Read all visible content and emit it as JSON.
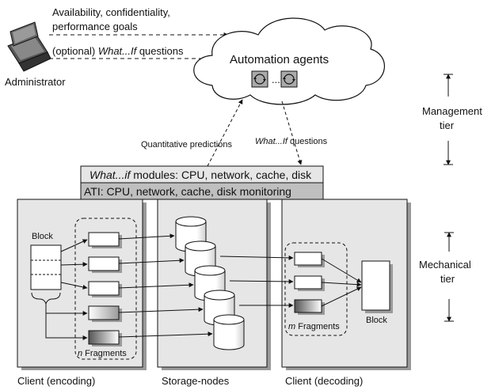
{
  "admin": {
    "goals_line1": "Availability, confidentiality,",
    "goals_line2": "performance goals",
    "whatif_prefix": "(optional) ",
    "whatif_italic": "What...If",
    "whatif_suffix": " questions",
    "label": "Administrator"
  },
  "cloud": {
    "title": "Automation agents",
    "ellipsis": "..."
  },
  "arrows": {
    "predictions": "Quantitative predictions",
    "questions_italic": "What...If",
    "questions_suffix": " questions"
  },
  "tiers": {
    "management_line1": "Management",
    "management_line2": "tier",
    "mechanical_line1": "Mechanical",
    "mechanical_line2": "tier"
  },
  "modules": {
    "whatif_italic": "What...if",
    "whatif_rest": " modules: CPU, network, cache, disk",
    "ati": "ATI:  CPU, network, cache, disk monitoring"
  },
  "encoding": {
    "block_label": "Block",
    "fragments_italic": "n",
    "fragments_rest": " Fragments",
    "caption": "Client (encoding)"
  },
  "storage": {
    "caption": "Storage-nodes"
  },
  "decoding": {
    "fragments_italic": "m",
    "fragments_rest": " Fragments",
    "block_label": "Block",
    "caption": "Client (decoding)"
  },
  "colors": {
    "panel_fill": "#e6e6e6",
    "ati_fill": "#bfbfbf",
    "shadow": "#9a9a9a"
  }
}
